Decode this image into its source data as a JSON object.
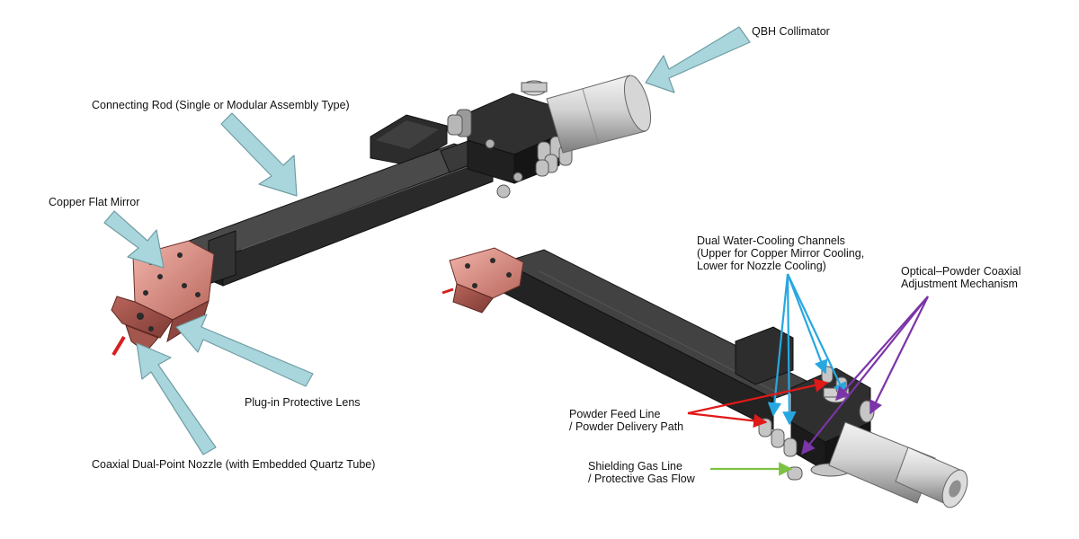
{
  "labels": {
    "qbh_collimator": "QBH Collimator",
    "connecting_rod": "Connecting Rod (Single or Modular Assembly Type)",
    "copper_flat_mirror": "Copper Flat Mirror",
    "plug_in_lens": "Plug-in Protective Lens",
    "coaxial_nozzle": "Coaxial Dual-Point Nozzle (with Embedded Quartz Tube)",
    "water_cooling": [
      "Dual Water-Cooling Channels",
      "(Upper for Copper Mirror Cooling,",
      "Lower for Nozzle Cooling)"
    ],
    "optical_powder": [
      "Optical–Powder Coaxial",
      "Adjustment Mechanism"
    ],
    "powder_feed": [
      "Powder Feed Line",
      "/ Powder Delivery Path"
    ],
    "shielding_gas": [
      "Shielding Gas Line",
      "/ Protective Gas Flow"
    ]
  },
  "colors": {
    "callout_arrow": "#a9d6dc",
    "callout_arrow_stroke": "#6f9da3",
    "water_cooling_arrow": "#27a7e0",
    "optical_powder_arrow": "#7b35a8",
    "powder_feed_arrow": "#e01919",
    "shielding_gas_arrow": "#7dc242",
    "rod_body": "#262626",
    "copper_block": "#d98a80",
    "collimator_metal": "#c9c9c9"
  }
}
